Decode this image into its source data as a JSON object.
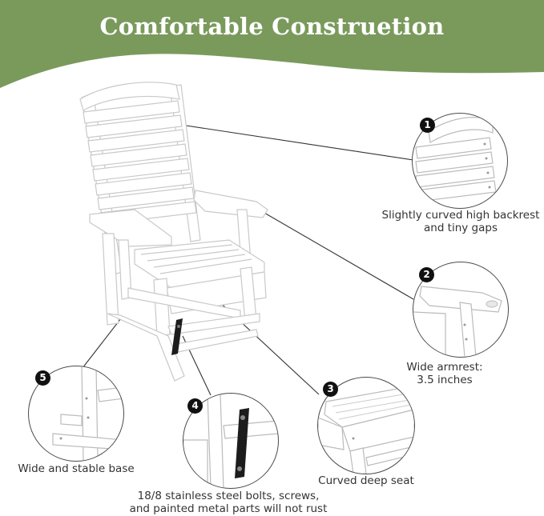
{
  "banner": {
    "title": "Comfortable Construetion",
    "color": "#7a9a5c"
  },
  "features": [
    {
      "number": "1",
      "line1": "Slightly curved high backrest",
      "line2": "and tiny gaps"
    },
    {
      "number": "2",
      "line1": "Wide armrest:",
      "line2": "3.5 inches"
    },
    {
      "number": "3",
      "line1": "Curved deep seat",
      "line2": ""
    },
    {
      "number": "4",
      "line1": "18/8 stainless steel bolts, screws,",
      "line2": "and painted metal parts will not rust"
    },
    {
      "number": "5",
      "line1": "Wide and stable base",
      "line2": ""
    }
  ],
  "colors": {
    "accent_green": "#7a9a5c",
    "badge": "#111111",
    "line": "#333333",
    "chair_edge": "#c9c9c9"
  }
}
